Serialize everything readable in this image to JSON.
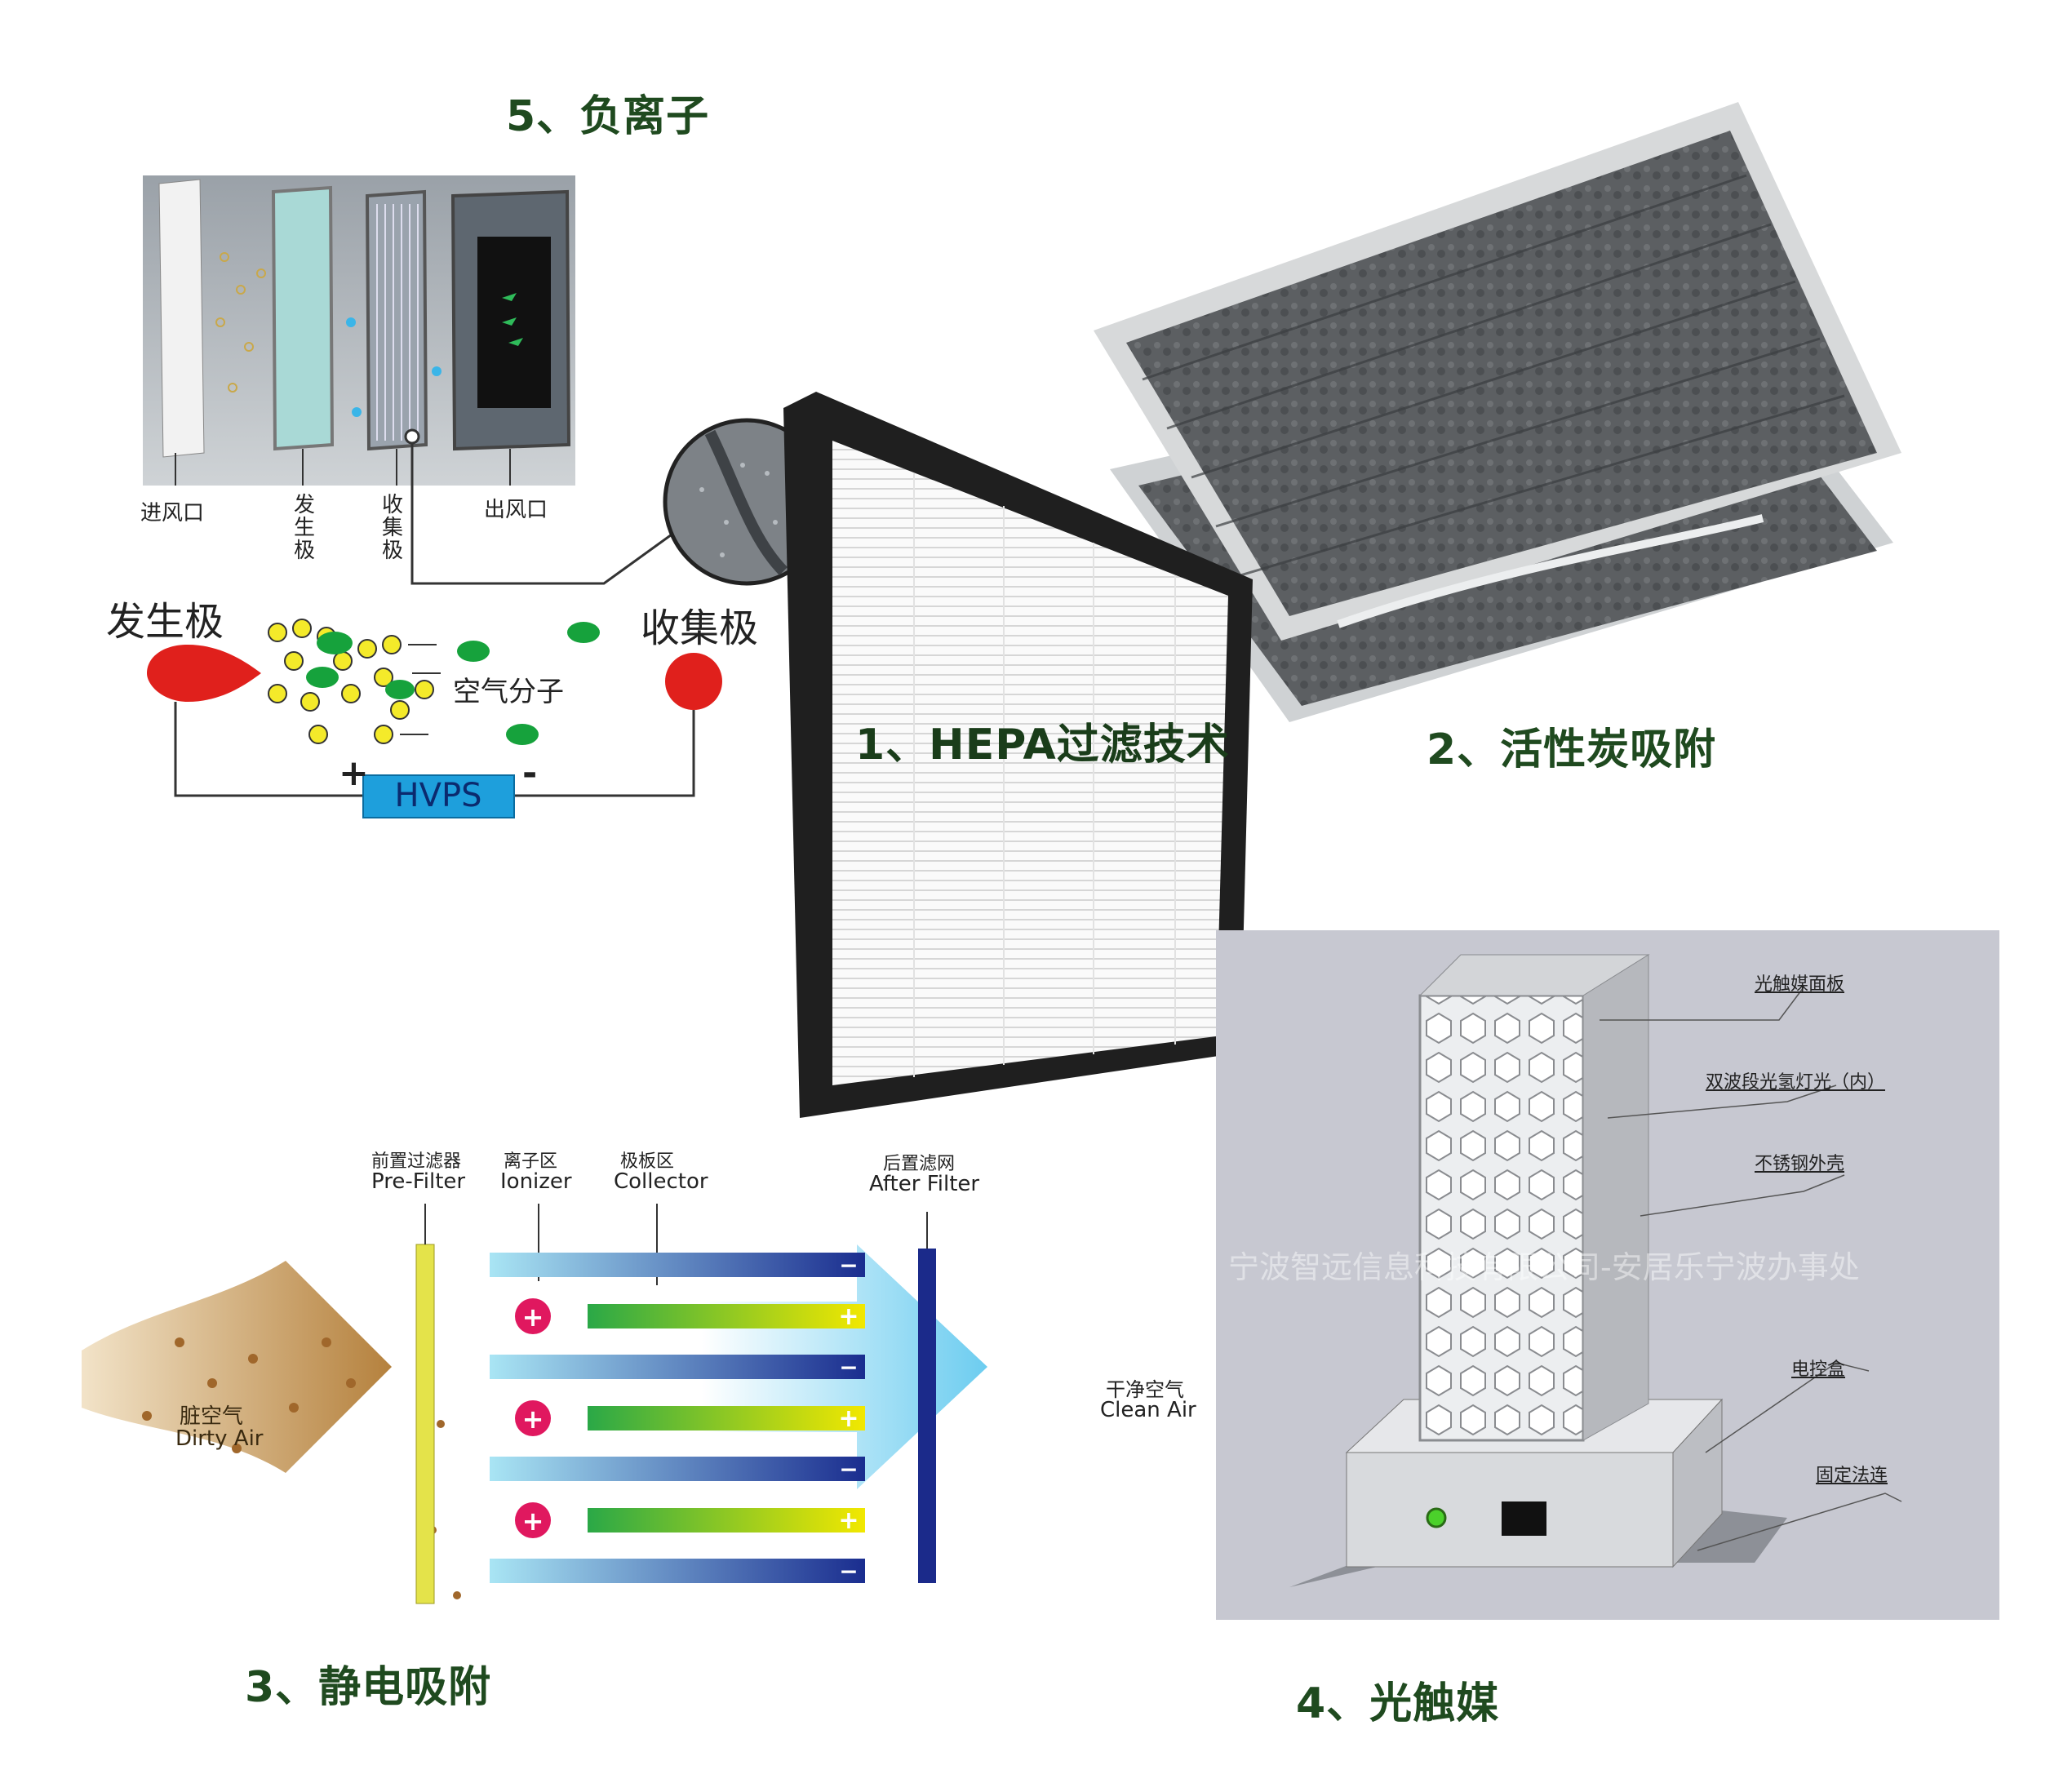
{
  "captions": {
    "hepa": "1、HEPA过滤技术",
    "carbon": "2、活性炭吸附",
    "electrostatic": "3、静电吸附",
    "photocatalyst": "4、光触媒",
    "anion": "5、负离子"
  },
  "anion_diagram": {
    "stage_labels": [
      "进风口",
      "发生极",
      "收集极",
      "出风口"
    ],
    "generator_label": "发生极",
    "collector_label": "收集极",
    "air_molecule_label": "空气分子",
    "plus_sign": "+",
    "minus_sign": "-",
    "power_label": "HVPS",
    "colors": {
      "electrode": "#e0201c",
      "power_box": "#1e9fdc",
      "molecule": "#16a23c",
      "ion": "#f4ea2a"
    }
  },
  "electrostatic_diagram": {
    "prefilter_cn": "前置过滤器",
    "prefilter_en": "Pre-Filter",
    "ionizer_cn": "离子区",
    "ionizer_en": "Ionizer",
    "collector_cn": "极板区",
    "collector_en": "Collector",
    "afterfilter_cn": "后置滤网",
    "afterfilter_en": "After Filter",
    "dirty_cn": "脏空气",
    "dirty_en": "Dirty Air",
    "clean_cn": "干净空气",
    "clean_en": "Clean Air",
    "plate_signs": [
      "−",
      "+",
      "−",
      "+",
      "−",
      "+",
      "−"
    ],
    "ion_sign": "+"
  },
  "photocatalyst_diagram": {
    "callouts": [
      "光触媒面板",
      "双波段光氢灯光（内）",
      "不锈钢外壳",
      "电控盒",
      "固定法连"
    ],
    "watermark": "宁波智远信息科技有限公司-安居乐宁波办事处"
  }
}
